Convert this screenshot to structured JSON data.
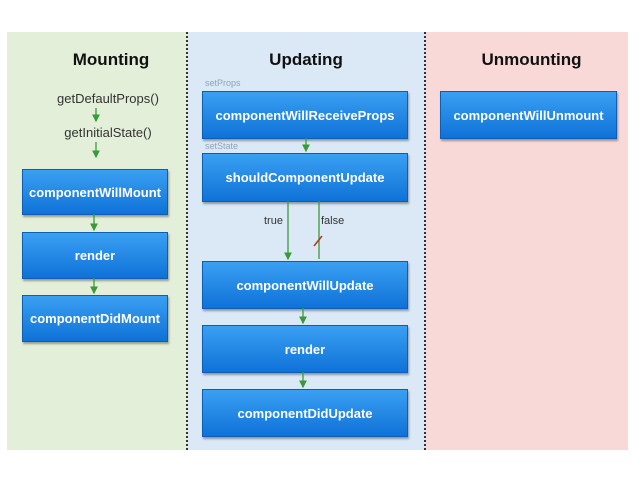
{
  "columns": {
    "mounting": "Mounting",
    "updating": "Updating",
    "unmounting": "Unmounting"
  },
  "mounting": {
    "get_default_props": "getDefaultProps()",
    "get_initial_state": "getInitialState()",
    "will_mount": "componentWillMount",
    "render": "render",
    "did_mount": "componentDidMount"
  },
  "updating": {
    "set_props": "setProps",
    "will_receive_props": "componentWillReceiveProps",
    "set_state": "setState",
    "should_update": "shouldComponentUpdate",
    "true_label": "true",
    "false_label": "false",
    "will_update": "componentWillUpdate",
    "render": "render",
    "did_update": "componentDidUpdate"
  },
  "unmounting": {
    "will_unmount": "componentWillUnmount"
  },
  "colors": {
    "mounting_bg": "#e3efd9",
    "updating_bg": "#dbe8f6",
    "unmounting_bg": "#f9d9d8",
    "box": "#1a86e6",
    "arrow": "#3a9a3a",
    "block_mark": "#b43c1e"
  }
}
